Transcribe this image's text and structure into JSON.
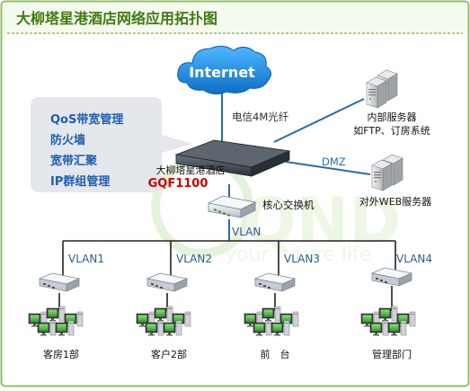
{
  "title": "大柳塔星港酒店网络应用拓扑图",
  "internet": "Internet",
  "uplink_label": "电信4M光纤",
  "features": [
    "QoS带宽管理",
    "防火墙",
    "宽带汇聚",
    "IP群组管理"
  ],
  "device": {
    "hotel_name": "大柳塔星港酒店",
    "model": "GQF1100"
  },
  "internal_server": {
    "label_line1": "内部服务器",
    "label_line2": "如FTP、订房系统"
  },
  "dmz_label": "DMZ",
  "web_server": "对外WEB服务器",
  "core_switch": "核心交换机",
  "vlan_label": "VLAN",
  "watermark": {
    "brand": "QND",
    "slogan": "your future life"
  },
  "vlans": [
    {
      "vlan": "VLAN1",
      "dept": "客房1部"
    },
    {
      "vlan": "VLAN2",
      "dept": "客户2部"
    },
    {
      "vlan": "VLAN3",
      "dept": "前　台"
    },
    {
      "vlan": "VLAN4",
      "dept": "管理部门"
    }
  ],
  "colors": {
    "title": "#3d7a10",
    "border": "#8cc060",
    "link": "#2b6aa8",
    "cloud": "#1d8fe0",
    "model": "#d00000",
    "vlan": "#2a5d9a",
    "features_text": "#1f5fb0",
    "features_bg": "#e3e6ea"
  }
}
